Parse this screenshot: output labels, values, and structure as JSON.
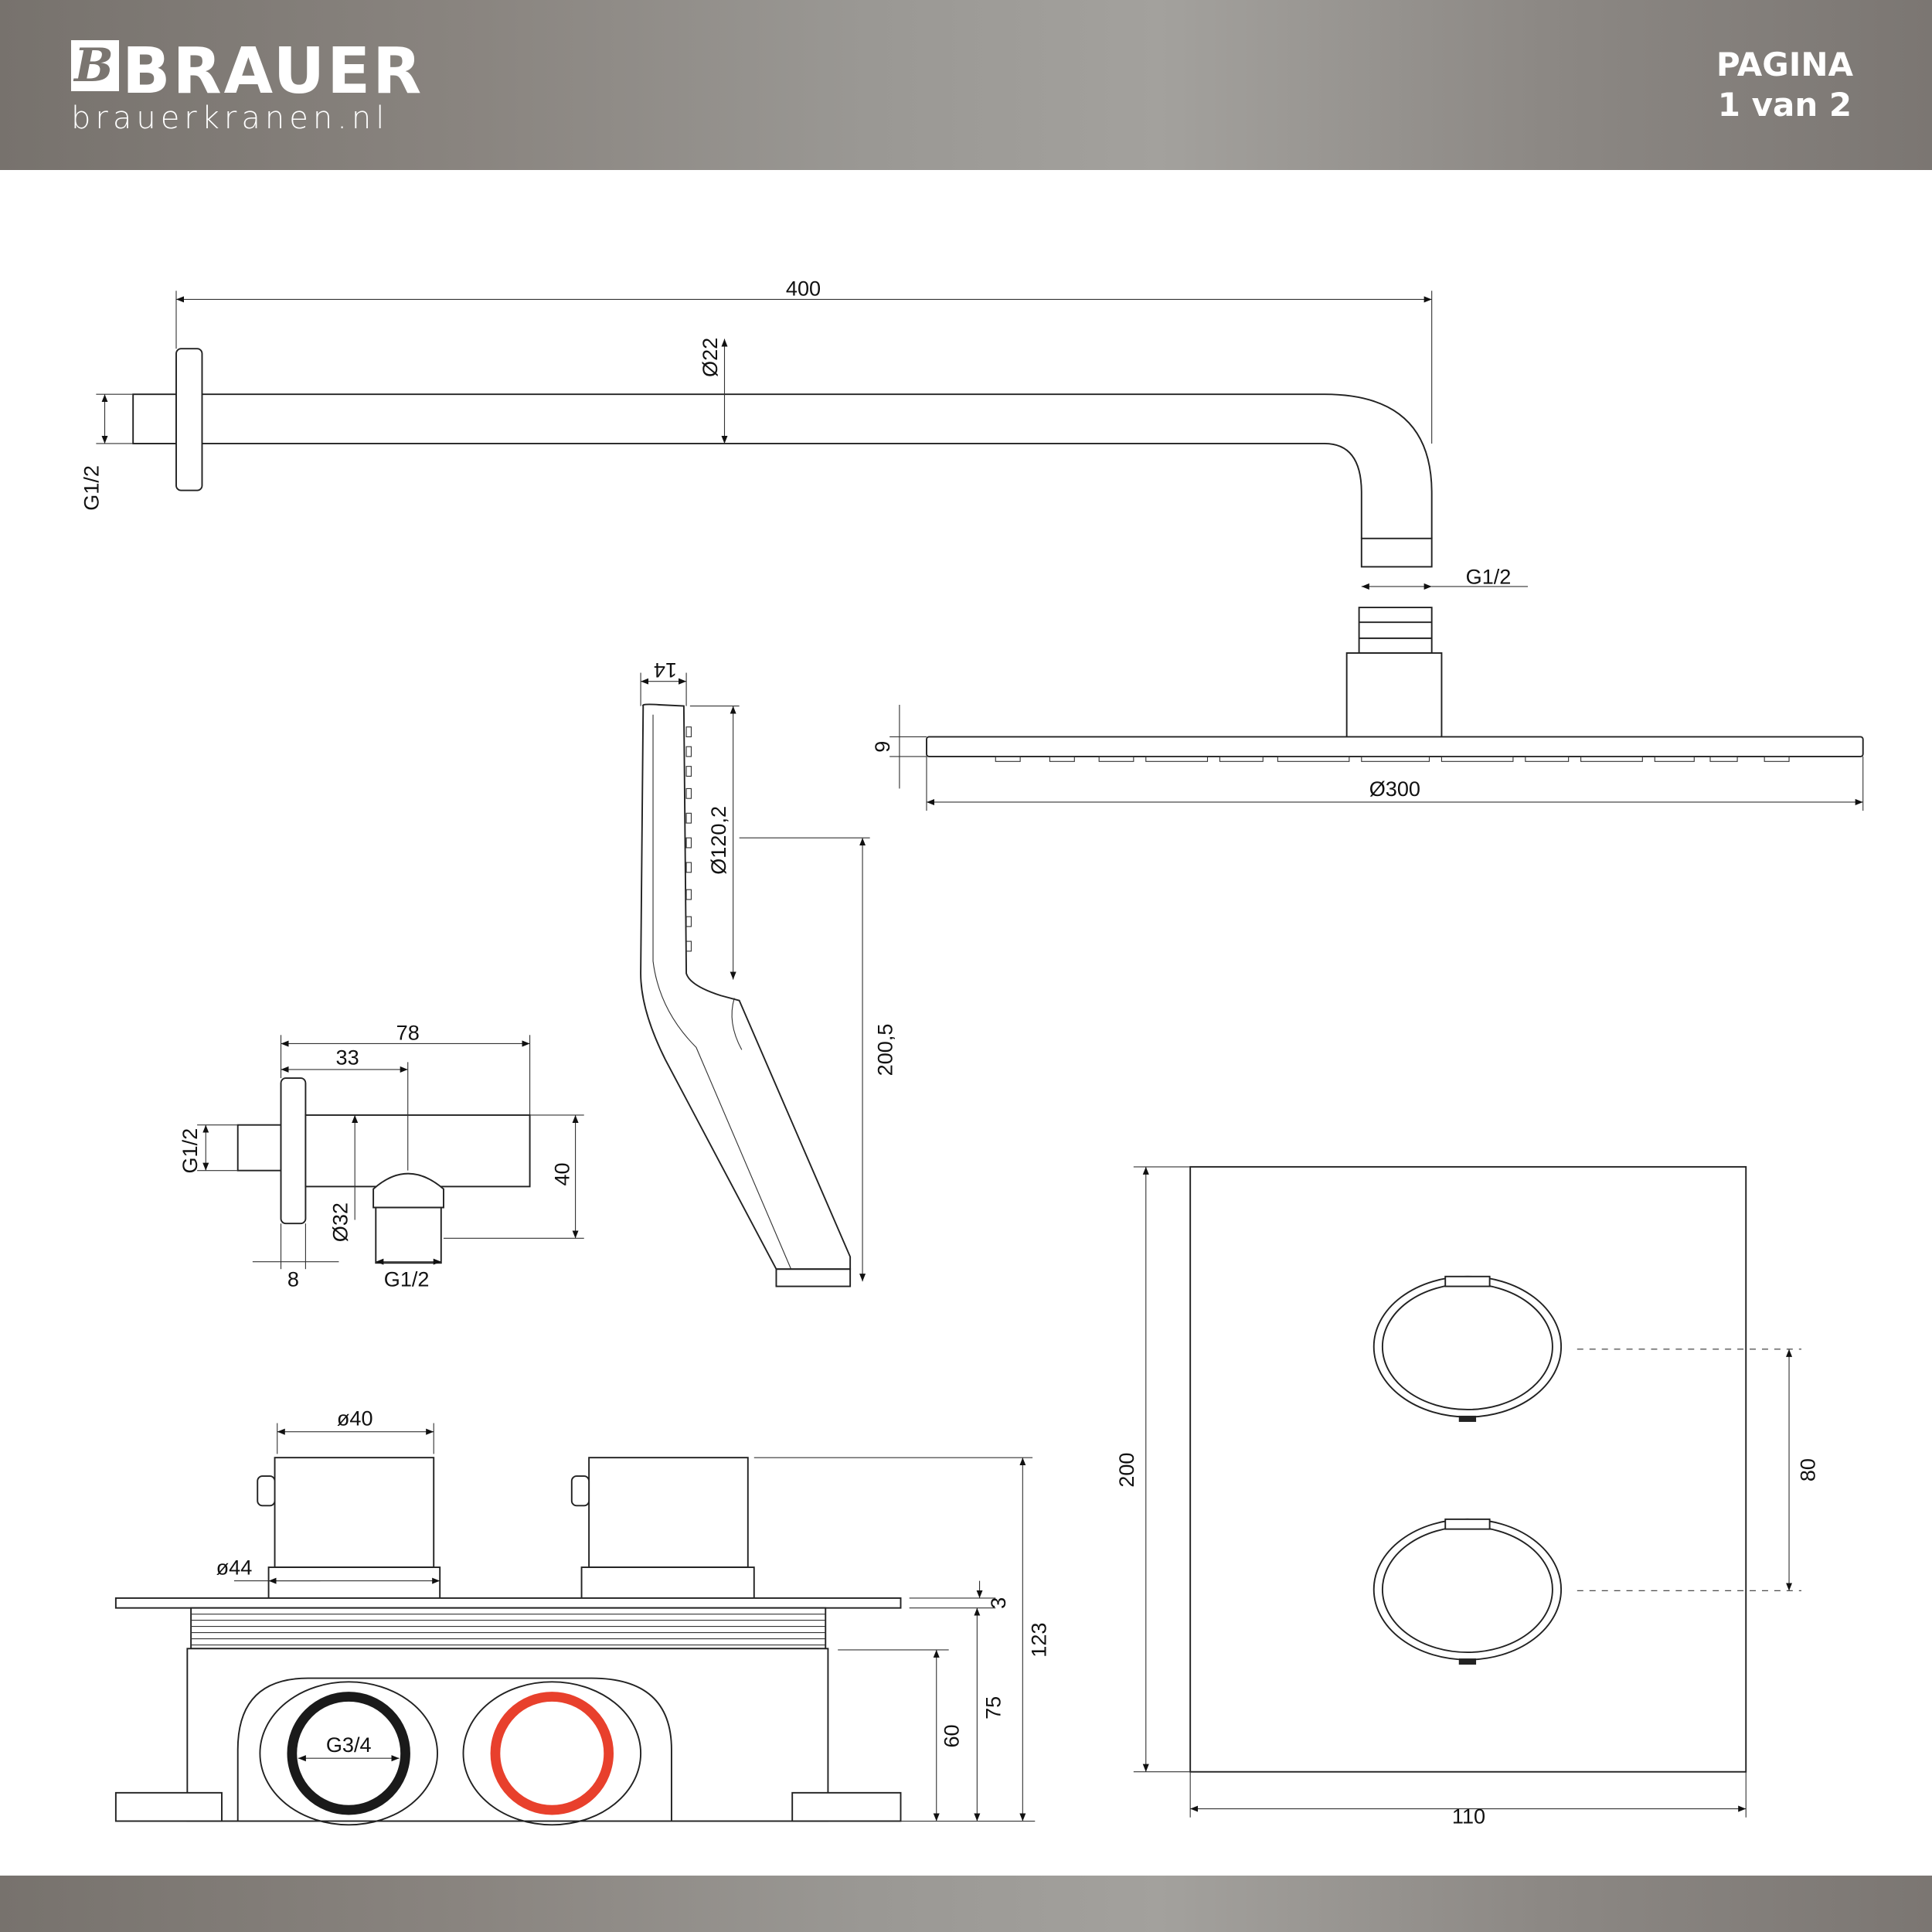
{
  "header": {
    "brand": "BRAUER",
    "brand_initial": "B",
    "website": "brauerkranen.nl",
    "page_label": "PAGINA",
    "page_number": "1 van 2"
  },
  "colors": {
    "hot_ring": "#e8402c",
    "cold_ring": "#1a1a1a",
    "band": "#8a8580"
  },
  "shower_arm": {
    "length": "400",
    "diameter": "Ø22",
    "wall_thread": "G1/2",
    "outlet_thread": "G1/2"
  },
  "rain_shower": {
    "thickness": "9",
    "diameter": "Ø300"
  },
  "hand_shower": {
    "head_thickness": "14",
    "head_diameter": "Ø120,2",
    "length": "200,5"
  },
  "wall_outlet": {
    "length": "78",
    "outlet_offset": "33",
    "wall_thread": "G1/2",
    "diameter": "Ø32",
    "height": "40",
    "flange": "8",
    "outlet_thread": "G1/2"
  },
  "thermostat_side": {
    "knob_diameter": "ø40",
    "rosette_diameter": "ø44",
    "plate": "3",
    "total_height": "123",
    "depth_75": "75",
    "depth_60": "60",
    "connection": "G3/4"
  },
  "thermostat_front": {
    "height": "200",
    "width": "110",
    "knob_spacing": "80"
  }
}
